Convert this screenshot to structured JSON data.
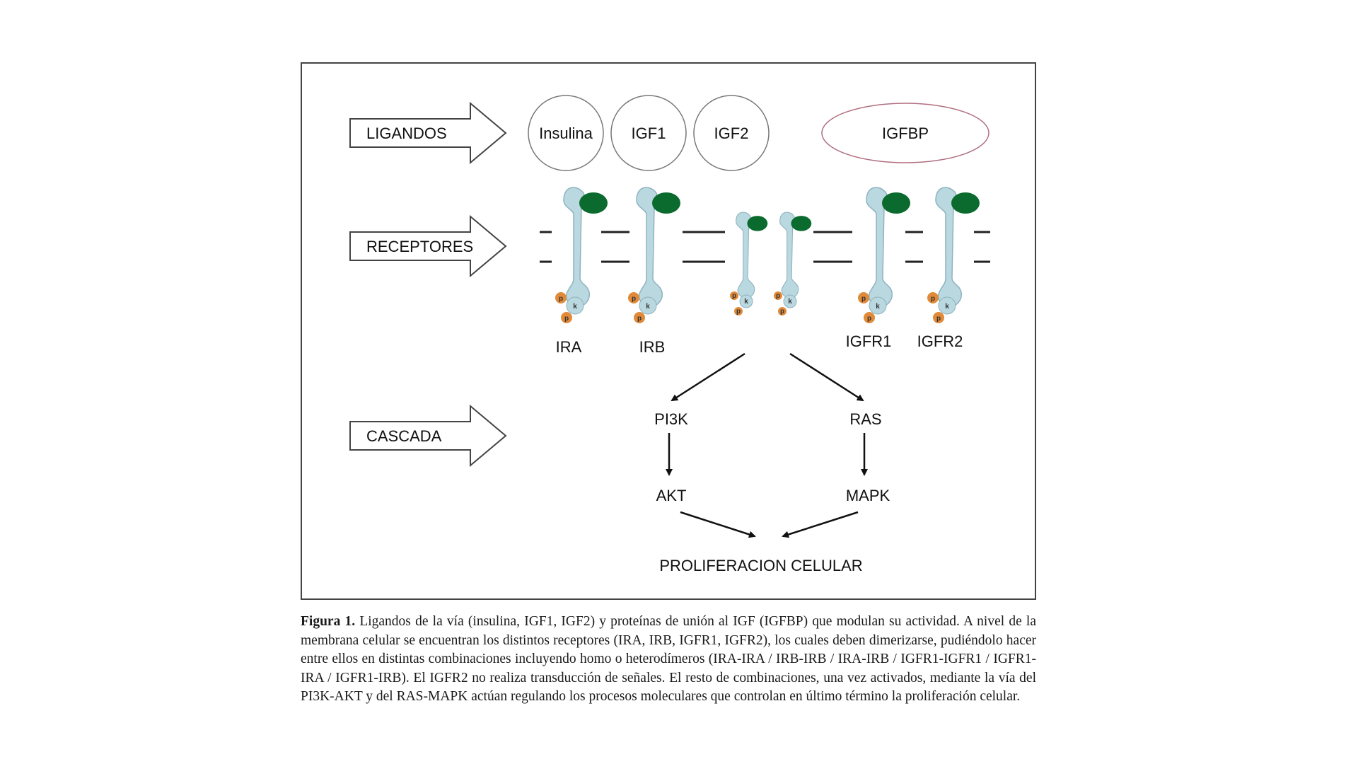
{
  "row_labels": {
    "ligandos": "LIGANDOS",
    "receptores": "RECEPTORES",
    "cascada": "CASCADA"
  },
  "ligands": [
    "Insulina",
    "IGF1",
    "IGF2"
  ],
  "binding_protein": "IGFBP",
  "receptors": [
    "IRA",
    "IRB",
    "IGFR1",
    "IGFR2"
  ],
  "receptor_domains": {
    "phospho": "p",
    "kinase": "k"
  },
  "cascade": {
    "pi3k": "PI3K",
    "akt": "AKT",
    "ras": "RAS",
    "mapk": "MAPK",
    "outcome": "PROLIFERACION CELULAR"
  },
  "caption": {
    "label": "Figura 1.",
    "text": "Ligandos de la vía (insulina, IGF1, IGF2) y proteínas de unión al IGF (IGFBP) que modulan su actividad. A nivel de la membrana celular se encuentran los distintos receptores (IRA, IRB, IGFR1, IGFR2), los cuales deben dimerizarse, pudiéndolo hacer entre ellos en distintas combinaciones incluyendo homo o heterodímeros (IRA-IRA / IRB-IRB / IRA-IRB / IGFR1-IGFR1 / IGFR1-IRA / IGFR1-IRB). El IGFR2 no realiza transducción de señales. El resto de combinaciones, una vez activados, mediante la vía del PI3K-AKT y del RAS-MAPK actúan regulando los procesos moleculares que controlan en último término la proliferación celular."
  },
  "colors": {
    "receptor_body": "#b9d8e0",
    "receptor_outline": "#8fb3bf",
    "ligand_bound": "#0b6b2e",
    "phospho": "#e08a3a",
    "ligand_outline": "#777777",
    "igfbp_outline": "#b07080"
  }
}
